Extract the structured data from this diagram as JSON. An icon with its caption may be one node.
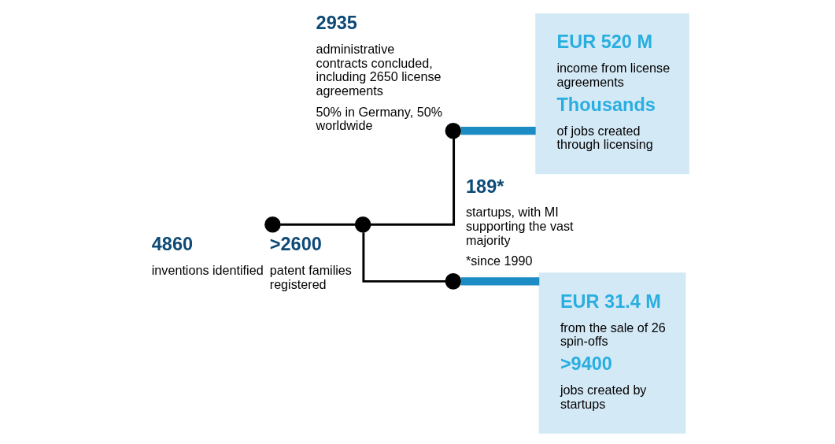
{
  "diagram": {
    "nodes": [
      {
        "text": [
          "4860",
          "inventions identified"
        ]
      },
      {
        "text": [
          ">2600",
          "patent families registered"
        ]
      },
      {
        "text": [
          "2935",
          "administrative contracts concluded, including 2650 license agreements",
          "50% in Germany, 50% worldwide"
        ]
      },
      {
        "text": [
          "189*",
          "startups, with MI supporting the vast majority",
          "*since 1990"
        ]
      },
      {
        "text": [
          "EUR 520 M",
          "income from license agreements",
          "Thousands",
          "of jobs created through licensing"
        ]
      },
      {
        "text": [
          "EUR 31.4 M",
          "from the sale of 26 spin-offs",
          ">9400",
          "jobs created by startups"
        ]
      }
    ],
    "edges": [
      {
        "from": 0,
        "to": 1,
        "arrow": "none"
      },
      {
        "from": 1,
        "to": 2,
        "arrow": "none"
      },
      {
        "from": 1,
        "to": 3,
        "arrow": "none"
      },
      {
        "from": 2,
        "to": 4,
        "arrow": "none",
        "style": "thick",
        "color": "#1b8cc4"
      },
      {
        "from": 3,
        "to": 5,
        "arrow": "none",
        "style": "thick",
        "color": "#1b8cc4"
      }
    ]
  }
}
